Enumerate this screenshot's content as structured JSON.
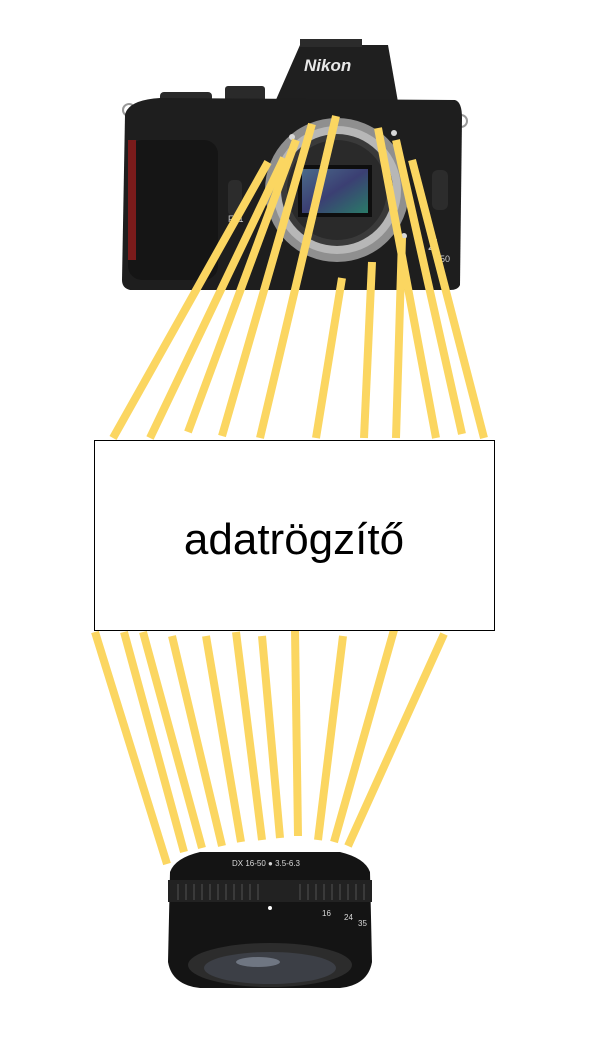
{
  "recorder": {
    "label": "adatrögzítő"
  },
  "camera": {
    "brand": "Nikon",
    "button_label": "Fn1",
    "model_mark": "Z",
    "model_number": "50"
  },
  "lens": {
    "ring_text": "DX 16-50 ● 3.5-6.3",
    "focal_marks": [
      "16",
      "24",
      "35"
    ]
  },
  "colors": {
    "wire": "#fbd661",
    "camera_body": "#1e1e1e",
    "sensor": "#3b4f7c"
  }
}
